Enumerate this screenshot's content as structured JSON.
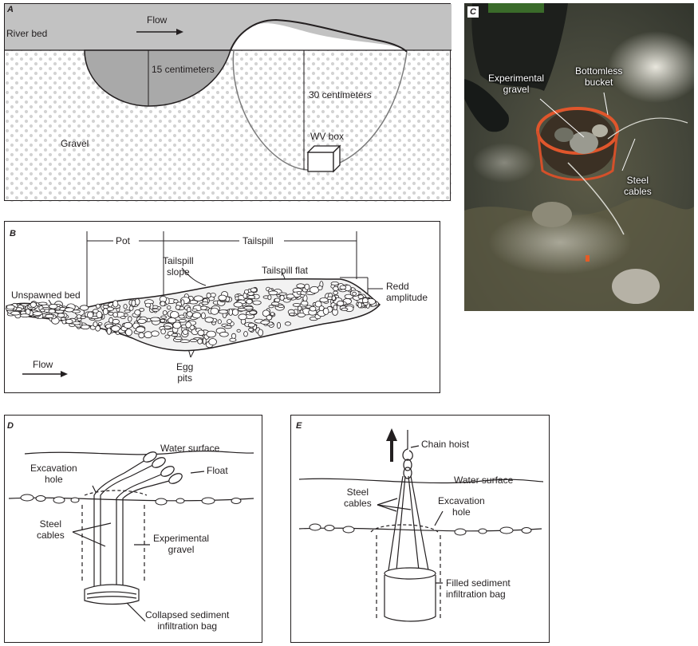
{
  "panel_a": {
    "label": "A",
    "river_bed": "River bed",
    "flow": "Flow",
    "depth1": "15 centimeters",
    "depth2": "30 centimeters",
    "gravel": "Gravel",
    "box": "WV box"
  },
  "panel_b": {
    "label": "B",
    "pot": "Pot",
    "tailspill": "Tailspill",
    "tailspill_slope": "Tailspill\nslope",
    "tailspill_flat": "Tailspill flat",
    "unspawned_bed": "Unspawned bed",
    "redd_amplitude": "Redd\namplitude",
    "egg_pits": "Egg\npits",
    "flow": "Flow"
  },
  "panel_c": {
    "label": "C",
    "experimental_gravel": "Experimental\ngravel",
    "bottomless_bucket": "Bottomless\nbucket",
    "steel_cables": "Steel\ncables"
  },
  "panel_d": {
    "label": "D",
    "water_surface": "Water surface",
    "excavation_hole": "Excavation\nhole",
    "float": "Float",
    "steel_cables": "Steel\ncables",
    "experimental_gravel": "Experimental\ngravel",
    "collapsed_bag": "Collapsed sediment\ninfiltration bag"
  },
  "panel_e": {
    "label": "E",
    "chain_hoist": "Chain hoist",
    "water_surface": "Water surface",
    "steel_cables": "Steel\ncables",
    "excavation_hole": "Excavation\nhole",
    "filled_bag": "Filled sediment\ninfiltration bag"
  }
}
